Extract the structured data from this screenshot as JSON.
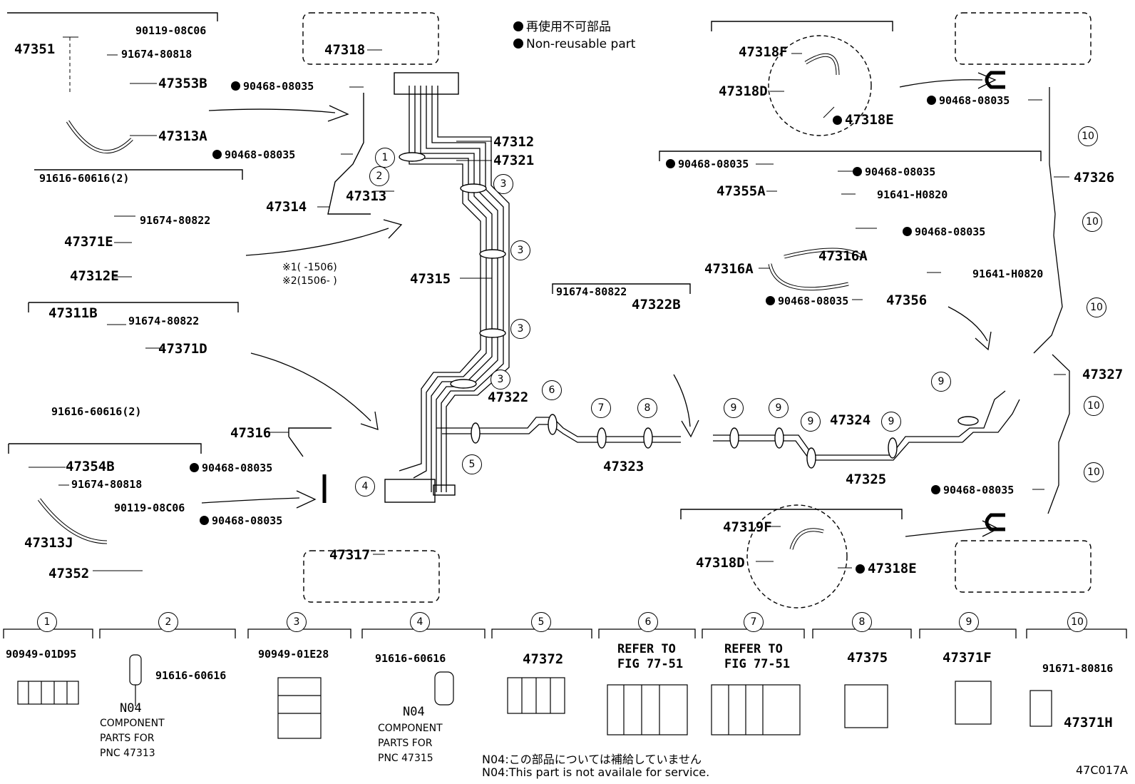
{
  "legend": {
    "ja": "再使用不可部品",
    "en": "Non-reusable part"
  },
  "figure_code": "47C017A",
  "notes": {
    "n04_ja": "N04:この部品については補給していません",
    "n04_en": "N04:This part is not availale for service.",
    "range1": "※1(      -1506)",
    "range2": "※2(1506-      )"
  },
  "labels": {
    "l47351": "47351",
    "p90119_08C06_top": "90119-08C06",
    "p91674_80818_top": "91674-80818",
    "l47353B": "47353B",
    "l47313A": "47313A",
    "p91616_60616_2_a": "91616-60616(2)",
    "p91674_80822_a": "91674-80822",
    "l47371E": "47371E",
    "l47312E": "47312E",
    "l47311B": "47311B",
    "p91674_80822_b": "91674-80822",
    "l47371D": "47371D",
    "p91616_60616_2_b": "91616-60616(2)",
    "l47354B": "47354B",
    "p91674_80818_b": "91674-80818",
    "p90119_08C06_b": "90119-08C06",
    "l47313J": "47313J",
    "l47352": "47352",
    "l47318": "47318",
    "p90468_a": "90468-08035",
    "p90468_b": "90468-08035",
    "l47314": "47314",
    "l47313": "47313",
    "l47312": "47312",
    "l47321": "47321",
    "l47315": "47315",
    "l47316": "47316",
    "p90468_c": "90468-08035",
    "p90468_d": "90468-08035",
    "l47317": "47317",
    "l47322": "47322",
    "l47323": "47323",
    "p91674_80822_c": "91674-80822",
    "l47322B": "47322B",
    "l47324": "47324",
    "l47325": "47325",
    "l47318F": "47318F",
    "l47318D_a": "47318D",
    "l47318E_a": "47318E",
    "p90468_e": "90468-08035",
    "p90468_f": "90468-08035",
    "p90468_g": "90468-08035",
    "l47355A": "47355A",
    "p91641_H0820_a": "91641-H0820",
    "p90468_h": "90468-08035",
    "l47316A_a": "47316A",
    "l47316A_b": "47316A",
    "p91641_H0820_b": "91641-H0820",
    "p90468_i": "90468-08035",
    "l47356": "47356",
    "l47326": "47326",
    "l47327": "47327",
    "p90468_j": "90468-08035",
    "l47319F": "47319F",
    "l47318D_b": "47318D",
    "l47318E_b": "47318E"
  },
  "parts_row": [
    {
      "num": "1",
      "pn": "90949-01D95",
      "note": ""
    },
    {
      "num": "2",
      "pn": "91616-60616",
      "note": "N04",
      "desc": "COMPONENT\nPARTS FOR\nPNC 47313"
    },
    {
      "num": "3",
      "pn": "90949-01E28",
      "note": ""
    },
    {
      "num": "4",
      "pn": "91616-60616",
      "note": "N04",
      "desc": "COMPONENT\nPARTS FOR\nPNC 47315"
    },
    {
      "num": "5",
      "pn": "47372",
      "note": ""
    },
    {
      "num": "6",
      "pn": "REFER TO\nFIG 77-51",
      "note": ""
    },
    {
      "num": "7",
      "pn": "REFER TO\nFIG 77-51",
      "note": ""
    },
    {
      "num": "8",
      "pn": "47375",
      "note": ""
    },
    {
      "num": "9",
      "pn": "47371F",
      "note": ""
    },
    {
      "num": "10",
      "pn": "91671-80816",
      "note": "",
      "pn2": "47371H"
    }
  ],
  "circle_callouts": {
    "c1": "1",
    "c2": "2",
    "c3a": "3",
    "c3b": "3",
    "c3c": "3",
    "c3d": "3",
    "c4": "4",
    "c5": "5",
    "c6": "6",
    "c7": "7",
    "c8": "8",
    "c9a": "9",
    "c9b": "9",
    "c9c": "9",
    "c9d": "9",
    "c9e": "9",
    "c10a": "10",
    "c10b": "10",
    "c10c": "10",
    "c10d": "10",
    "c10e": "10"
  }
}
